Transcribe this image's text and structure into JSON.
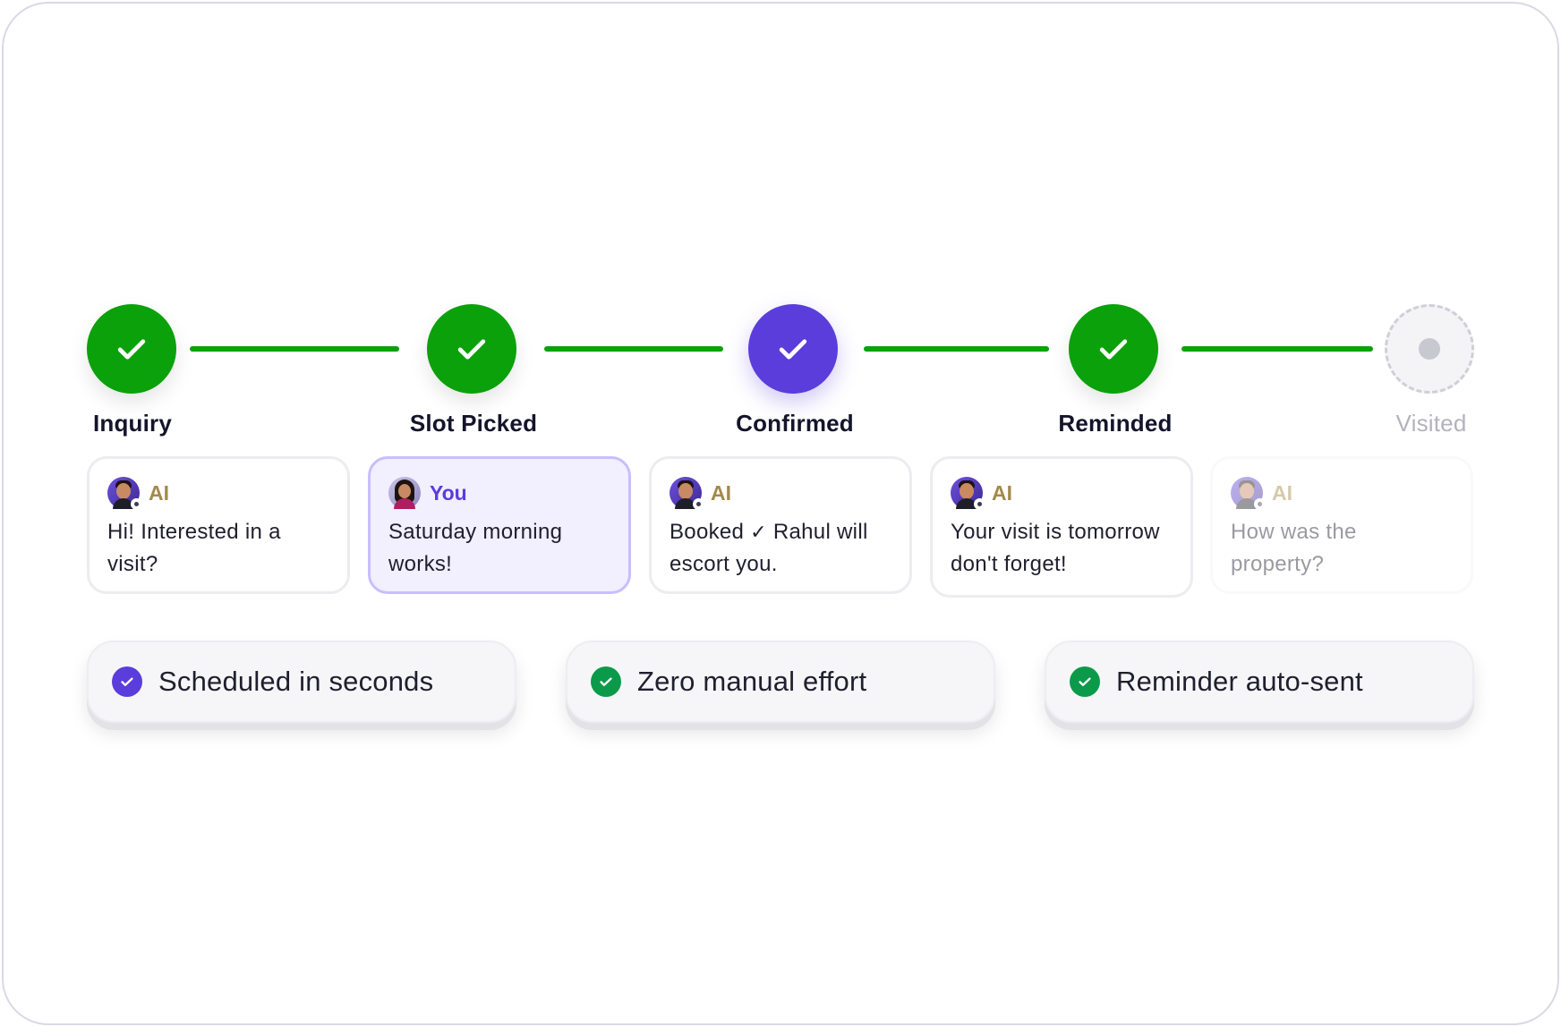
{
  "colors": {
    "done": "#0aa10a",
    "current": "#5a3ddb",
    "pending": "#c8c8d0",
    "ai_label": "#a38a4a",
    "you_label": "#5a3ddb"
  },
  "steps": [
    {
      "label": "Inquiry",
      "status": "done",
      "icon": "check-icon"
    },
    {
      "label": "Slot Picked",
      "status": "done",
      "icon": "check-icon"
    },
    {
      "label": "Confirmed",
      "status": "current",
      "icon": "check-icon"
    },
    {
      "label": "Reminded",
      "status": "done",
      "icon": "check-icon"
    },
    {
      "label": "Visited",
      "status": "pending",
      "icon": "dot-icon"
    }
  ],
  "messages": [
    {
      "sender": "AI",
      "text": "Hi! Interested in a visit?"
    },
    {
      "sender": "You",
      "text": "Saturday morning works!"
    },
    {
      "sender": "AI",
      "text_before": "Booked",
      "tick": "✓",
      "text_after": "Rahul will escort you."
    },
    {
      "sender": "AI",
      "text": "Your visit is tomorrow don't forget!"
    },
    {
      "sender": "AI",
      "text": "How was the property?"
    }
  ],
  "badges": [
    {
      "text": "Scheduled in seconds",
      "color": "#5a3ddb"
    },
    {
      "text": "Zero manual effort",
      "color": "#0b9a4a"
    },
    {
      "text": "Reminder auto-sent",
      "color": "#0b9a4a"
    }
  ]
}
